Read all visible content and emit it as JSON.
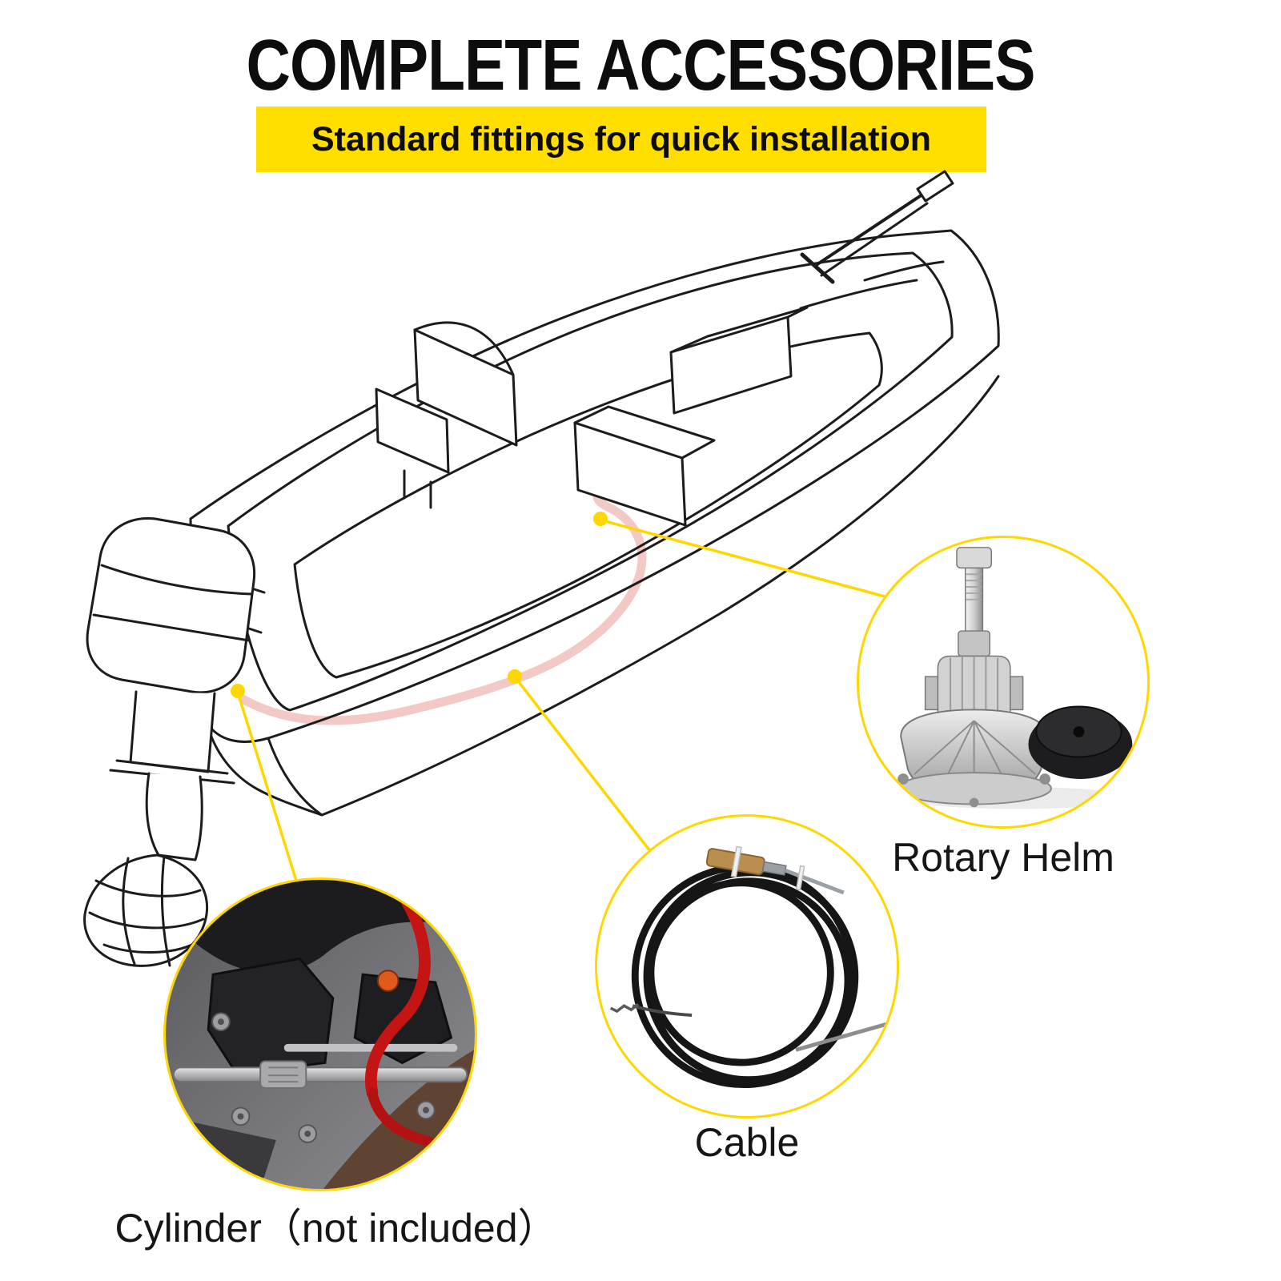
{
  "header": {
    "title": "COMPLETE ACCESSORIES",
    "subtitle": "Standard fittings for quick installation"
  },
  "callouts": {
    "rotary_helm": {
      "label": "Rotary Helm",
      "image": "rotary-helm-product-photo"
    },
    "cable": {
      "label": "Cable",
      "image": "steering-cable-coil-photo"
    },
    "cylinder": {
      "label": "Cylinder（not included）",
      "image": "outboard-cylinder-closeup-photo"
    }
  },
  "diagram": {
    "boat_image": "boat-line-drawing",
    "cable_route": "pink-steering-cable-route"
  },
  "colors": {
    "banner_yellow": "#FFDE00",
    "callout_ring_yellow": "#FFD700",
    "cable_route_pink": "#F3C9C6",
    "line_black": "#1C1C1C",
    "text_black": "#111111"
  }
}
